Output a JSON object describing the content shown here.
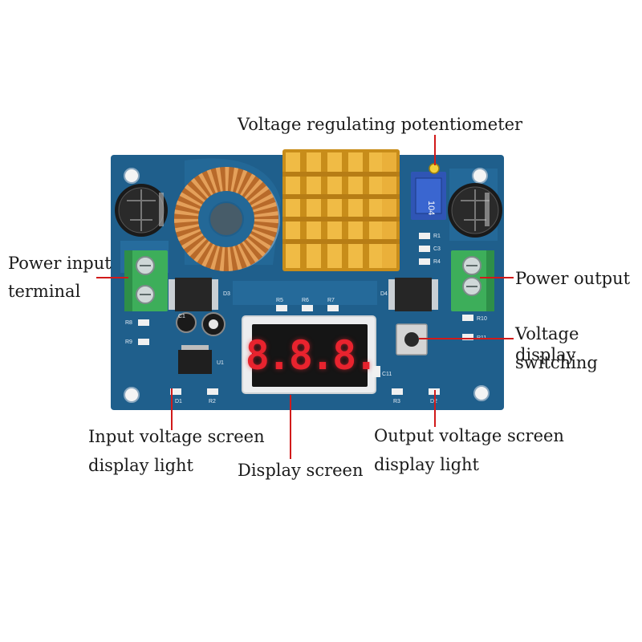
{
  "labels": {
    "potentiometer": "Voltage regulating potentiometer",
    "power_input_line1": "Power input",
    "power_input_line2": "terminal",
    "power_output": "Power output",
    "switching_line1": "Voltage display",
    "switching_line2": "switching",
    "input_light_line1": "Input voltage screen",
    "input_light_line2": "display light",
    "display_screen": "Display screen",
    "output_light_line1": "Output voltage screen",
    "output_light_line2": "display light"
  },
  "board": {
    "display_digits": "8.8.8.",
    "pot_marking": "104",
    "silkscreen": {
      "r5": "R5",
      "r6": "R6",
      "r7": "R7",
      "d1": "D1",
      "d2": "D2",
      "d3": "D3",
      "d4": "D4",
      "r1": "R1",
      "r2": "R2",
      "r3": "R3",
      "r4": "R4",
      "r8": "R8",
      "r9": "R9",
      "r10": "R10",
      "r11": "R11",
      "c1": "C1",
      "c3": "C3",
      "c11": "C11",
      "u1": "U1"
    }
  },
  "colors": {
    "pcb": "#1f5f8c",
    "pcb_trace": "#2b75a8",
    "heatsink": "#e0a629",
    "terminal": "#3dae5a",
    "leader_line": "#d11a1a",
    "display_red": "#e8232e"
  }
}
